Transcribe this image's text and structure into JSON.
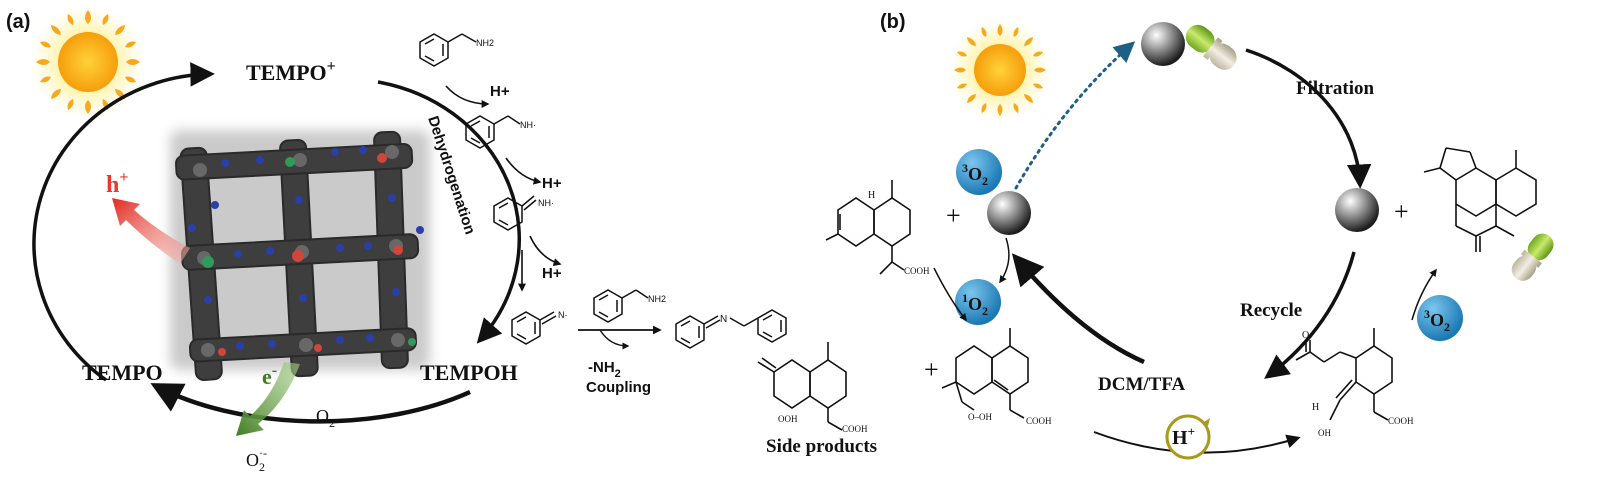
{
  "panel_a": {
    "label": "(a)",
    "tempo_plus": "TEMPO",
    "tempo_plus_sup": "+",
    "tempo": "TEMPO",
    "tempoh": "TEMPOH",
    "hole": "h",
    "hole_sup": "+",
    "electron": "e",
    "electron_sup": "-",
    "oxygen": "O",
    "oxygen_sub": "2",
    "superoxide": "O",
    "superoxide_sub": "2",
    "superoxide_sup": "·-",
    "dehydrogenation": "Dehydrogenation",
    "proton_1": "H+",
    "proton_2": "H+",
    "proton_3": "H+",
    "nh2_label": "NH2",
    "nh_label_1": "NH·",
    "nh_label_2": "NH·",
    "n_label": "N·",
    "nh2_label_2": "NH2",
    "imine_n": "N",
    "minus_nh2": "-NH",
    "minus_nh2_sub": "2",
    "coupling": "Coupling"
  },
  "panel_b": {
    "label": "(b)",
    "filtration": "Filtration",
    "recycle": "Recycle",
    "dcm_tfa": "DCM/TFA",
    "side_products": "Side products",
    "triplet_o2_sup": "3",
    "triplet_o2": "O",
    "triplet_o2_sub": "2",
    "singlet_o2_sup": "1",
    "singlet_o2": "O",
    "singlet_o2_sub": "2",
    "triplet_o2b_sup": "3",
    "triplet_o2b": "O",
    "triplet_o2b_sub": "2",
    "acid_catalyst": "H",
    "acid_catalyst_sup": "+",
    "plus_1": "+",
    "plus_2": "+",
    "plus_3": "+",
    "cooh_1": "COOH",
    "cooh_2": "COOH",
    "cooh_3": "COOH",
    "cooh_4": "COOH",
    "ooh_1": "OOH",
    "ooh_2": "O–OH",
    "oh_label": "OH",
    "h_label": "H",
    "o_label": "O"
  },
  "colors": {
    "sun_core": "#f7a81b",
    "sun_glow": "#fff2a8",
    "hole_arrow": "#e8372c",
    "electron_arrow": "#4f8a2e",
    "o2_bubble": "#2c8fc9",
    "dotted_arrow": "#1e5f86",
    "capsule_green": "#9acd32",
    "hplus_ring": "#a89a1c",
    "framework_node_red": "#d2453b",
    "framework_node_blue": "#2b3fa8",
    "framework_node_green": "#2f9a5a"
  }
}
